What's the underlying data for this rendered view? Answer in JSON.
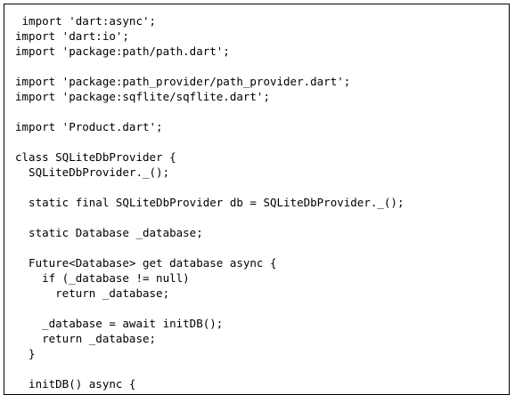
{
  "code": {
    "lines": [
      " import 'dart:async';",
      "import 'dart:io';",
      "import 'package:path/path.dart';",
      "",
      "import 'package:path_provider/path_provider.dart';",
      "import 'package:sqflite/sqflite.dart';",
      "",
      "import 'Product.dart';",
      "",
      "class SQLiteDbProvider {",
      "  SQLiteDbProvider._();",
      "",
      "  static final SQLiteDbProvider db = SQLiteDbProvider._();",
      "",
      "  static Database _database;",
      "",
      "  Future<Database> get database async {",
      "    if (_database != null)",
      "      return _database;",
      "",
      "    _database = await initDB();",
      "    return _database;",
      "  }",
      "",
      "  initDB() async {"
    ]
  }
}
